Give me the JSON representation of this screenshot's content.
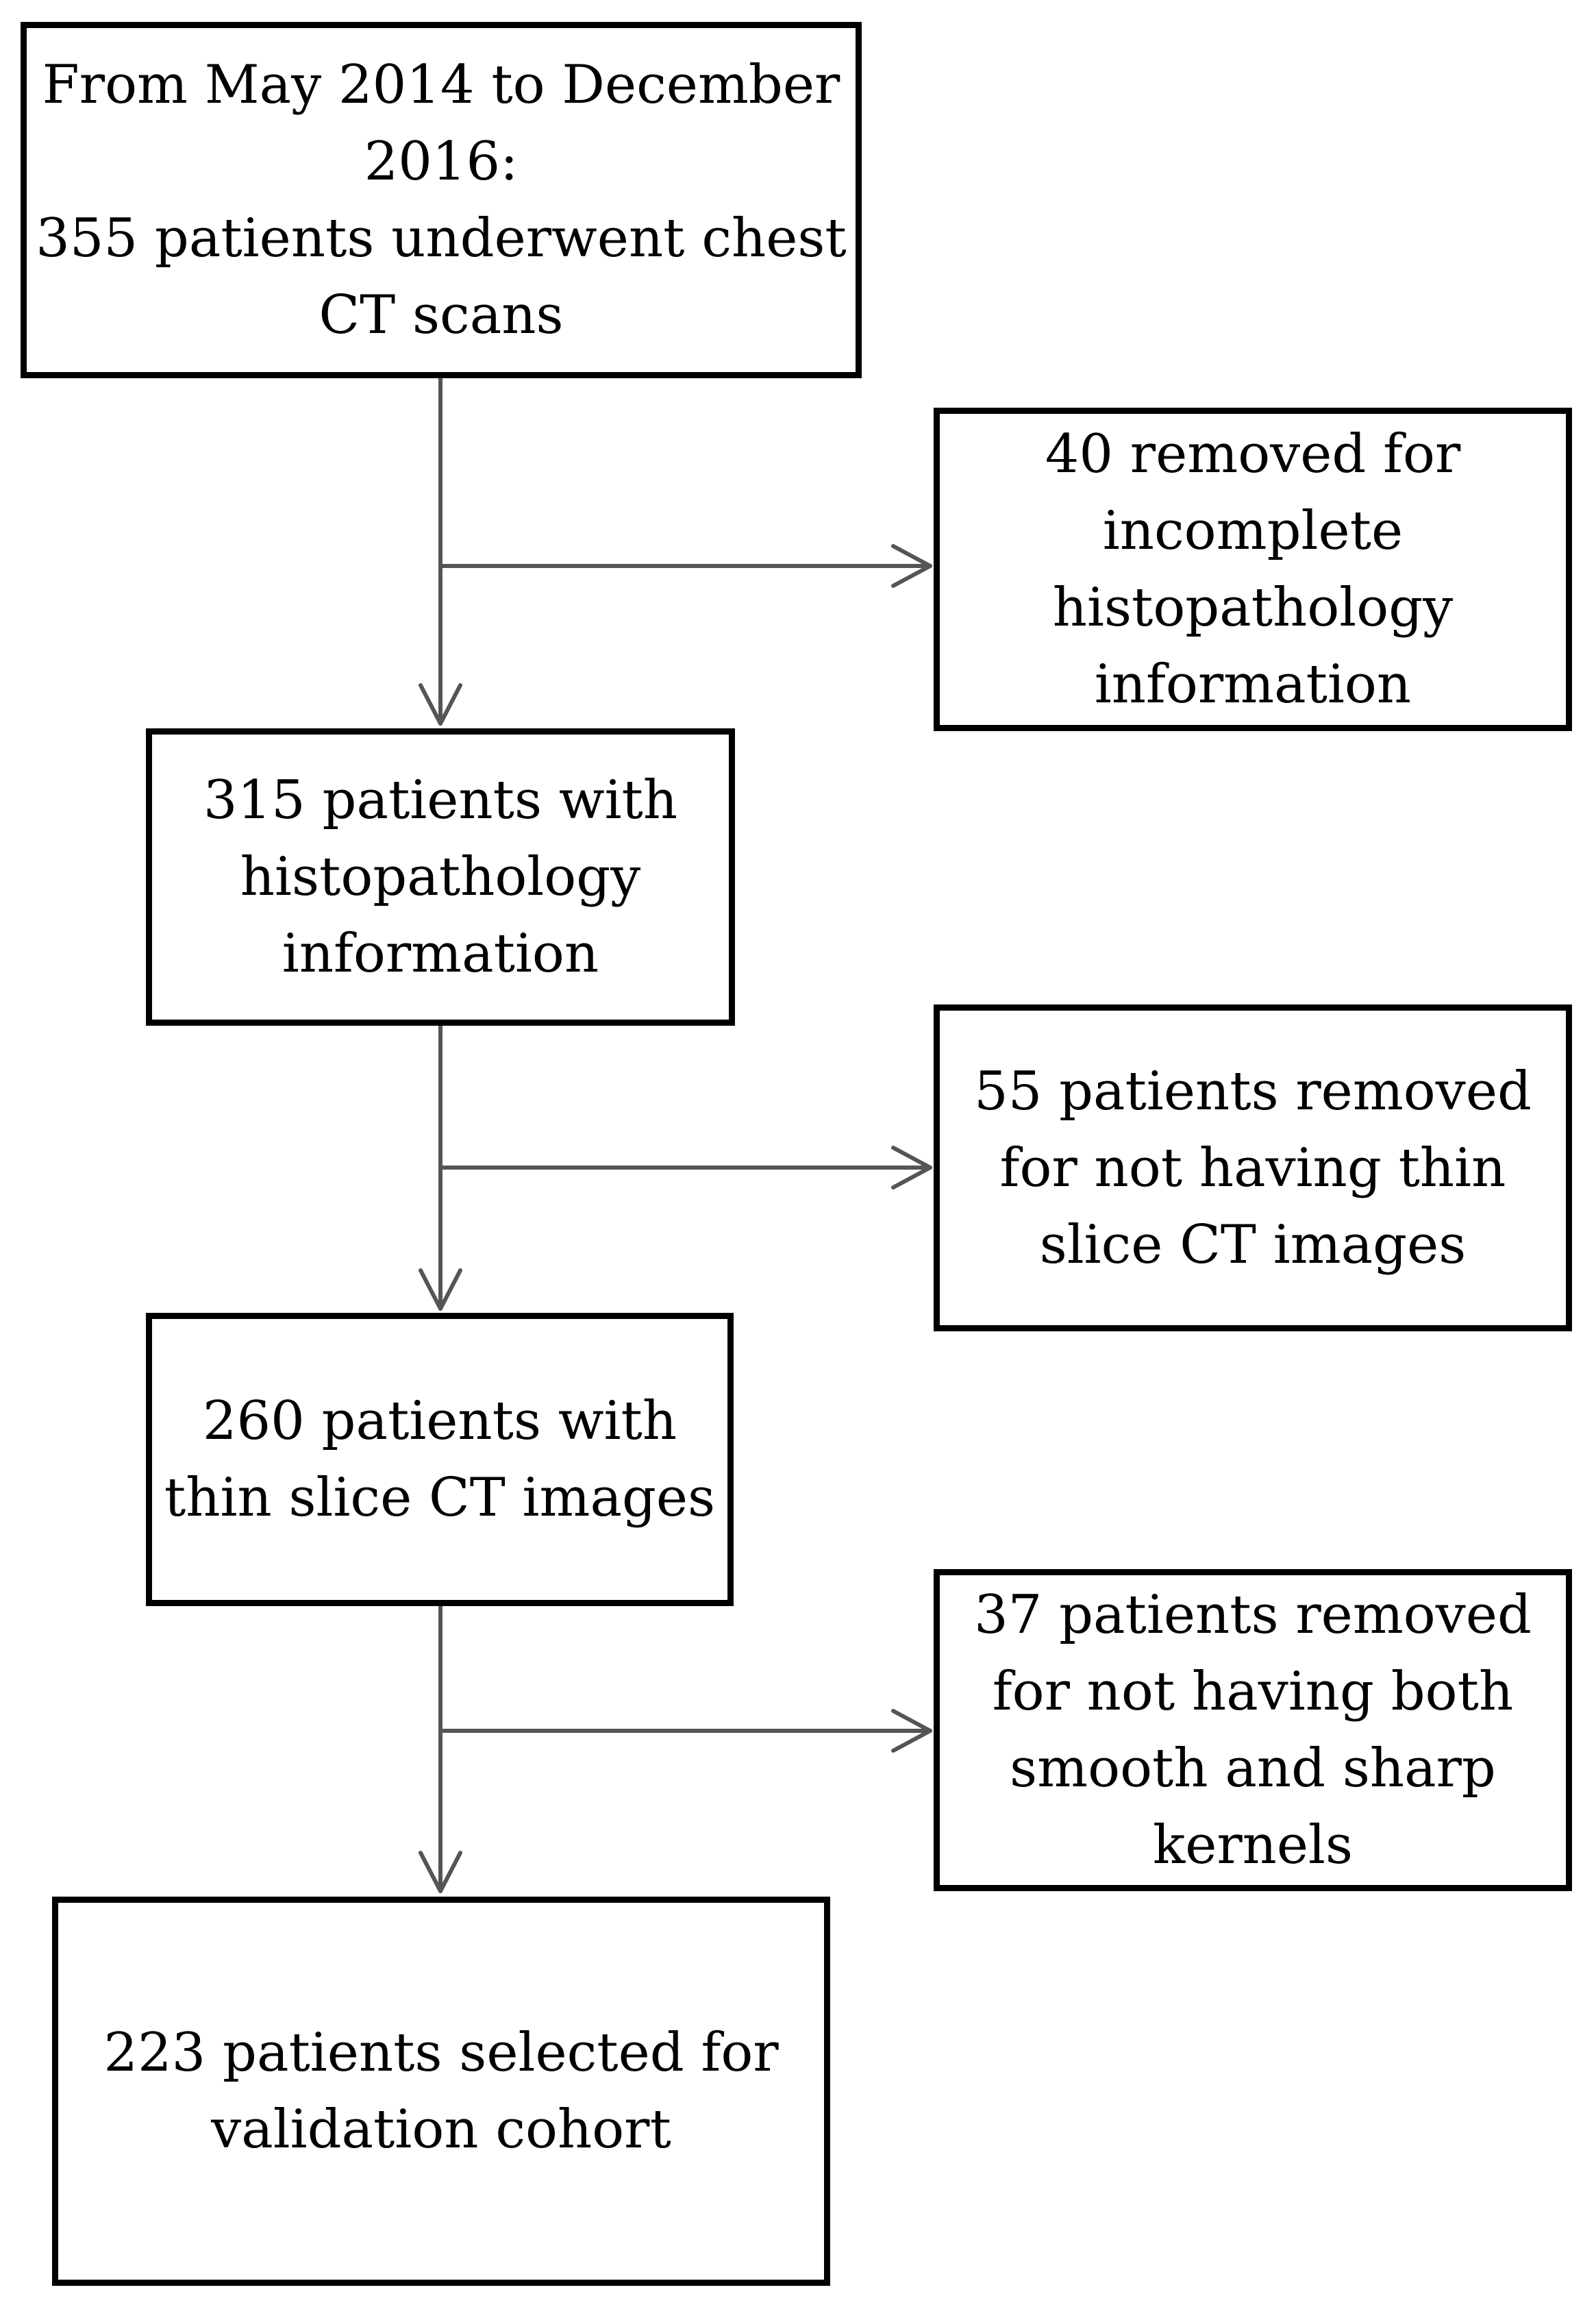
{
  "nodes": {
    "start": {
      "lines": [
        "From May 2014 to December",
        "2016:",
        "355 patients underwent chest",
        "CT scans"
      ]
    },
    "excl1": {
      "lines": [
        "40 removed for",
        "incomplete",
        "histopathology",
        "information"
      ]
    },
    "step2": {
      "lines": [
        "315 patients with",
        "histopathology",
        "information"
      ]
    },
    "excl2": {
      "lines": [
        "55 patients removed",
        "for not having thin",
        "slice CT images"
      ]
    },
    "step3": {
      "lines": [
        "260 patients with",
        "thin slice CT images"
      ]
    },
    "excl3": {
      "lines": [
        "37 patients removed",
        "for not having both",
        "smooth and sharp",
        "kernels"
      ]
    },
    "final": {
      "lines": [
        "223 patients selected for",
        "validation cohort"
      ]
    }
  },
  "colors": {
    "box_border": "#000000",
    "connector": "#555555",
    "text": "#000000",
    "background": "#ffffff"
  }
}
